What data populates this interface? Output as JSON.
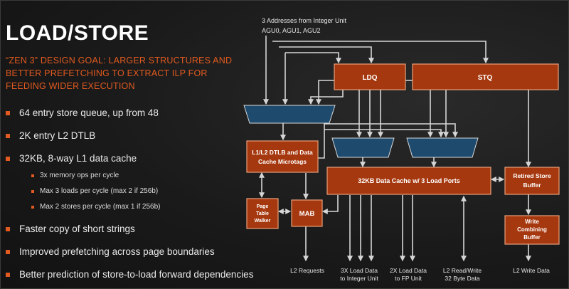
{
  "slide": {
    "title": "LOAD/STORE",
    "goal_lines": [
      "“ZEN 3” DESIGN GOAL: LARGER STRUCTURES AND",
      "BETTER PREFETCHING TO EXTRACT ILP FOR",
      "FEEDING WIDER EXECUTION"
    ],
    "bullets": [
      "64 entry store queue, up from 48",
      "2K entry L2 DTLB",
      "32KB, 8-way L1 data cache"
    ],
    "sub_bullets": [
      "3x memory ops per cycle",
      "Max 3 loads per cycle (max 2 if 256b)",
      "Max 2 stores per cycle (max 1 if 256b)"
    ],
    "bullets_after": [
      "Faster copy of short strings",
      "Improved prefetching across page boundaries",
      "Better prediction of store-to-load forward dependencies"
    ]
  },
  "diagram": {
    "header_lines": [
      "3 Addresses from Integer Unit",
      "AGU0, AGU1, AGU2"
    ],
    "blocks": {
      "ldq": "LDQ",
      "stq": "STQ",
      "dtlb": [
        "L1/L2 DTLB and Data",
        "Cache Microtags"
      ],
      "dcache": "32KB Data Cache w/ 3 Load Ports",
      "retired_store": [
        "Retired Store",
        "Buffer"
      ],
      "ptw": [
        "Page",
        "Table",
        "Walker"
      ],
      "mab": "MAB",
      "wcb": [
        "Write",
        "Combining",
        "Buffer"
      ]
    },
    "outputs": {
      "l2_requests": [
        "L2 Requests"
      ],
      "load_int": [
        "3X Load Data",
        "to Integer Unit"
      ],
      "load_fp": [
        "2X Load Data",
        "to FP Unit"
      ],
      "l2_rw": [
        "L2 Read/Write",
        "32 Byte Data"
      ],
      "l2_write": [
        "L2 Write Data"
      ]
    }
  },
  "colors": {
    "accent": "#e15a1f",
    "block_fill": "#a6380f",
    "mux_fill": "#1e4a6e",
    "background": "#1a1a1a"
  }
}
